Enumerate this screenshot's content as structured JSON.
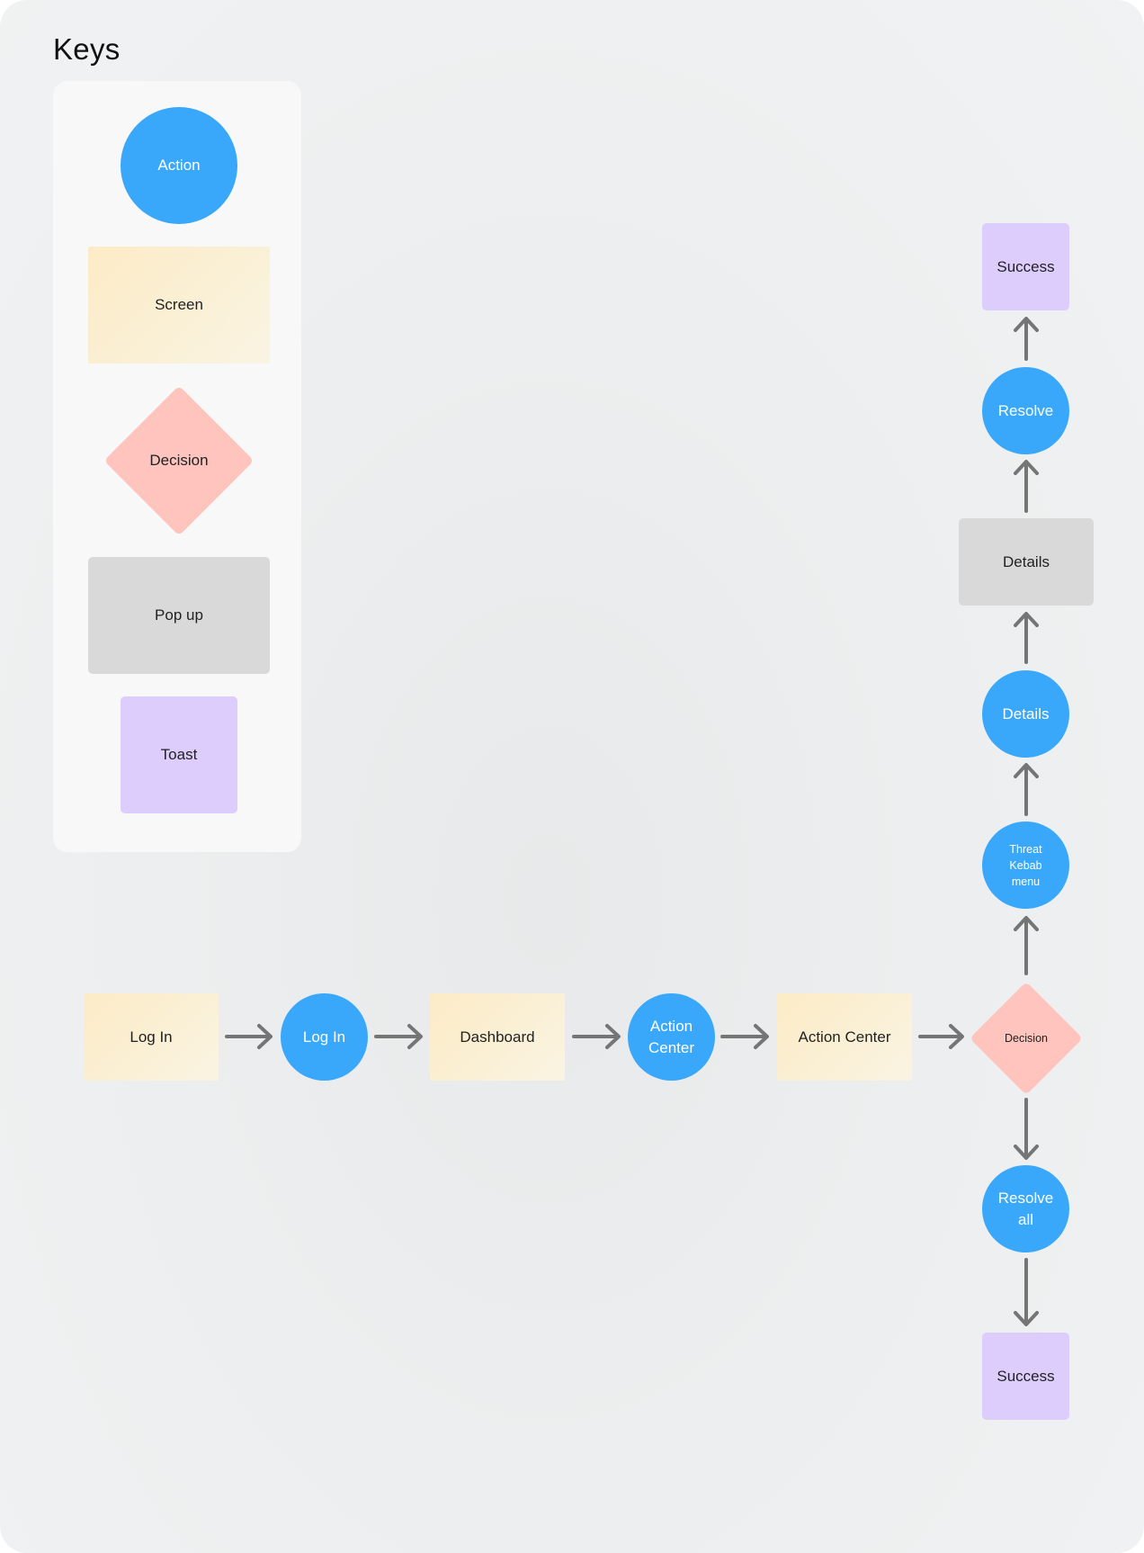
{
  "title": "Keys",
  "keys": {
    "action": "Action",
    "screen": "Screen",
    "decision": "Decision",
    "popup": "Pop up",
    "toast": "Toast"
  },
  "flow": {
    "login_screen": "Log In",
    "login_action": "Log In",
    "dashboard": "Dashboard",
    "action_center_action": "Action Center",
    "action_center_screen": "Action Center",
    "decision": "Decision",
    "threat_kebab_menu": "Threat Kebab menu",
    "details_action": "Details",
    "details_popup": "Details",
    "resolve": "Resolve",
    "success_top": "Success",
    "resolve_all": "Resolve all",
    "success_bottom": "Success"
  },
  "colors": {
    "action": "#3aa8fa",
    "screen": "#fcebc6",
    "decision": "#fec4bd",
    "popup": "#d9d9d9",
    "toast": "#ddcdfd",
    "arrow": "#757575"
  }
}
